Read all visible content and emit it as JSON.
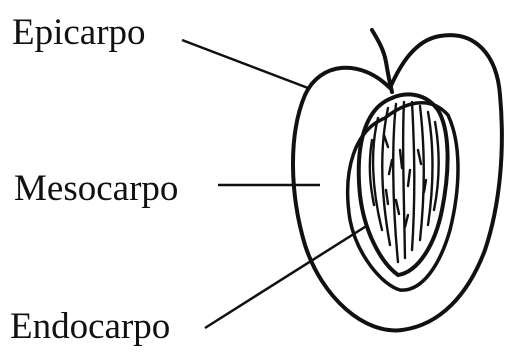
{
  "labels": {
    "epicarpo": "Epicarpo",
    "mesocarpo": "Mesocarpo",
    "endocarpo": "Endocarpo"
  },
  "colors": {
    "ink": "#111111",
    "background": "#ffffff"
  }
}
